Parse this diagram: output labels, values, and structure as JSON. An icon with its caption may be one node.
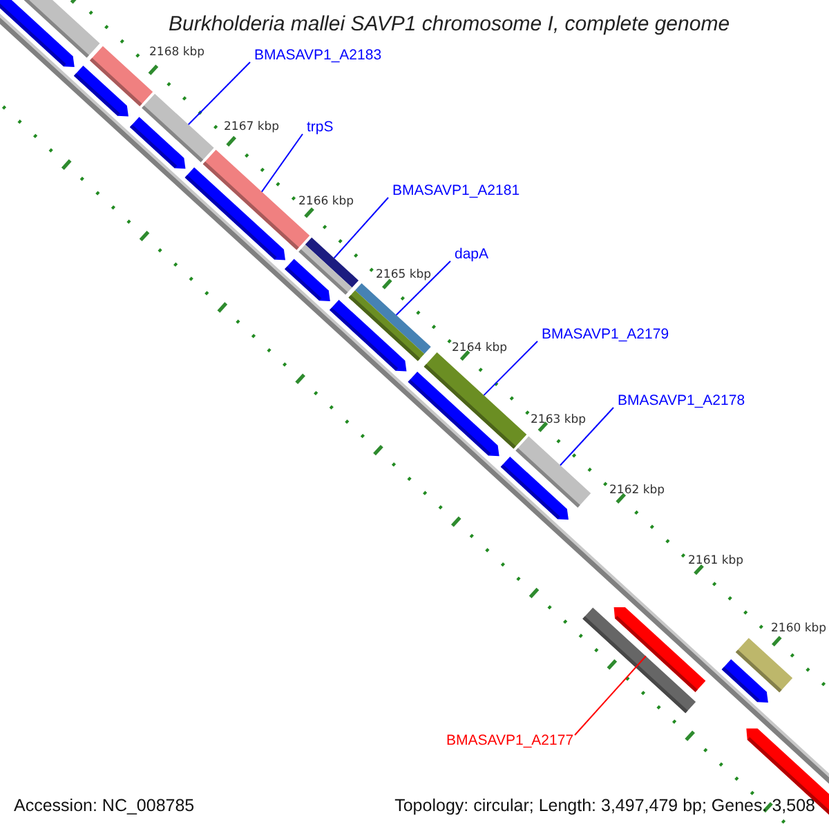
{
  "diagram": {
    "title": "Burkholderia mallei SAVP1 chromosome I, complete genome",
    "nodes": [
      {
        "text": [
          "BMASAVP1_A2183"
        ]
      },
      {
        "text": [
          "trpS"
        ]
      },
      {
        "text": [
          "BMASAVP1_A2181"
        ]
      },
      {
        "text": [
          "dapA"
        ]
      },
      {
        "text": [
          "BMASAVP1_A2179"
        ]
      },
      {
        "text": [
          "BMASAVP1_A2178"
        ]
      },
      {
        "text": [
          "BMASAVP1_A2177"
        ]
      },
      {
        "text": [],
        "shape": "bar"
      },
      {
        "text": [],
        "shape": "bar"
      },
      {
        "text": [],
        "shape": "bar"
      },
      {
        "text": [],
        "shape": "bar"
      },
      {
        "text": [],
        "shape": "bar"
      },
      {
        "text": [],
        "shape": "bar"
      },
      {
        "text": [],
        "shape": "bar"
      }
    ],
    "edges": [
      {
        "from": 0,
        "to": 7,
        "arrow": "none"
      },
      {
        "from": 1,
        "to": 8,
        "arrow": "none"
      },
      {
        "from": 2,
        "to": 9,
        "arrow": "none"
      },
      {
        "from": 3,
        "to": 10,
        "arrow": "none"
      },
      {
        "from": 4,
        "to": 11,
        "arrow": "none"
      },
      {
        "from": 5,
        "to": 12,
        "arrow": "none"
      },
      {
        "from": 6,
        "to": 13,
        "arrow": "none",
        "color": "#ff0000"
      }
    ],
    "labels": [
      "2168 kbp",
      "2167 kbp",
      "2166 kbp",
      "2165 kbp",
      "2164 kbp",
      "2163 kbp",
      "2162 kbp",
      "2161 kbp",
      "2160 kbp",
      "Accession: NC_008785",
      "Topology: circular; Length: 3,497,479 bp; Genes: 3,508"
    ]
  }
}
